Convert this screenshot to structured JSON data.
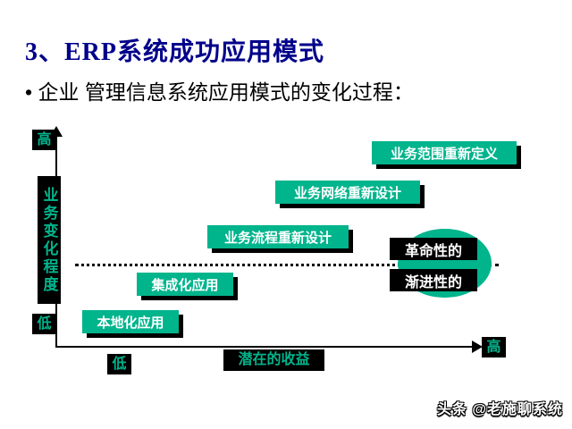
{
  "colors": {
    "teal": "#00b48c",
    "navy": "#00008b",
    "black": "#000000",
    "white": "#ffffff"
  },
  "slide": {
    "title": "3、ERP系统成功应用模式",
    "bullet": "• 企业 管理信息系统应用模式的变化过程：",
    "watermark": "头条 @老施聊系统"
  },
  "chart": {
    "type": "staircase-diagram",
    "y_axis": {
      "top": "高",
      "title": "业务变化程度",
      "bottom": "低"
    },
    "x_axis": {
      "left": "低",
      "title": "潜在的收益",
      "right": "高"
    },
    "steps": [
      {
        "label": "本地化应用"
      },
      {
        "label": "集成化应用"
      },
      {
        "label": "业务流程重新设计"
      },
      {
        "label": "业务网络重新设计"
      },
      {
        "label": "业务范围重新定义"
      }
    ],
    "regions": [
      {
        "label": "革命性的"
      },
      {
        "label": "渐进性的"
      }
    ]
  }
}
